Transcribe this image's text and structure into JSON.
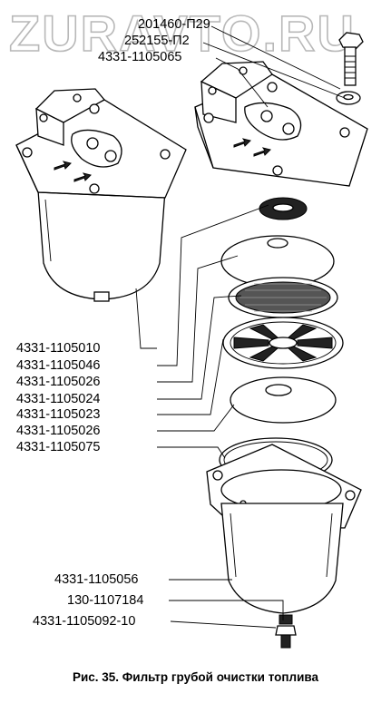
{
  "watermark": "ZURAVTO.RU",
  "caption": "Рис. 35. Фильтр грубой очистки топлива",
  "top_labels": [
    "201460-П29",
    "252155-П2",
    "4331-1105065"
  ],
  "side_labels": [
    "4331-1105010",
    "4331-1105046",
    "4331-1105026",
    "4331-1105024",
    "4331-1105023",
    "4331-1105026",
    "4331-1105075"
  ],
  "bottom_labels": [
    "4331-1105056",
    "130-1107184",
    "4331-1105092-10"
  ]
}
